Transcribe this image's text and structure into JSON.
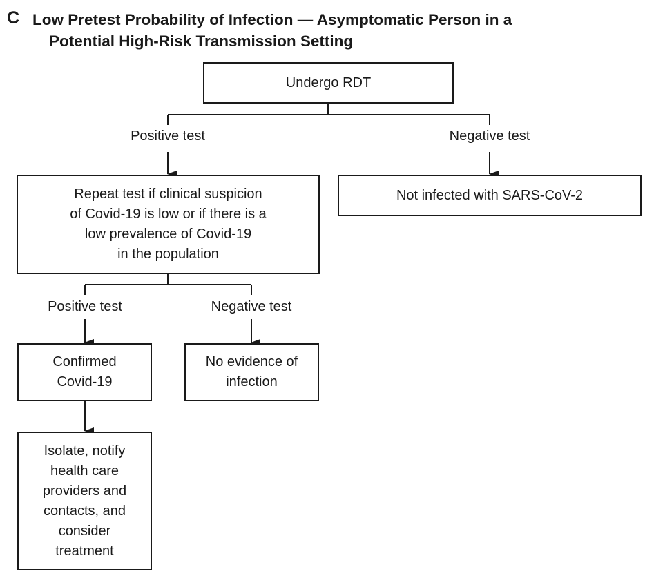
{
  "panel_label": "C",
  "title": {
    "line1": "Low Pretest Probability of Infection — Asymptomatic Person in a",
    "line2": "Potential High-Risk Transmission Setting"
  },
  "nodes": {
    "undergo_rdt": [
      "Undergo RDT"
    ],
    "repeat_test": [
      "Repeat test if clinical suspicion",
      "of Covid-19 is low or if there is a",
      "low prevalence of Covid-19",
      "in the population"
    ],
    "not_infected": [
      "Not infected with SARS-CoV-2"
    ],
    "confirmed": [
      "Confirmed",
      "Covid-19"
    ],
    "no_evidence": [
      "No evidence of",
      "infection"
    ],
    "isolate": [
      "Isolate, notify",
      "health care",
      "providers and",
      "contacts, and",
      "consider",
      "treatment"
    ]
  },
  "edge_labels": {
    "first_positive": "Positive test",
    "first_negative": "Negative test",
    "second_positive": "Positive test",
    "second_negative": "Negative test"
  }
}
